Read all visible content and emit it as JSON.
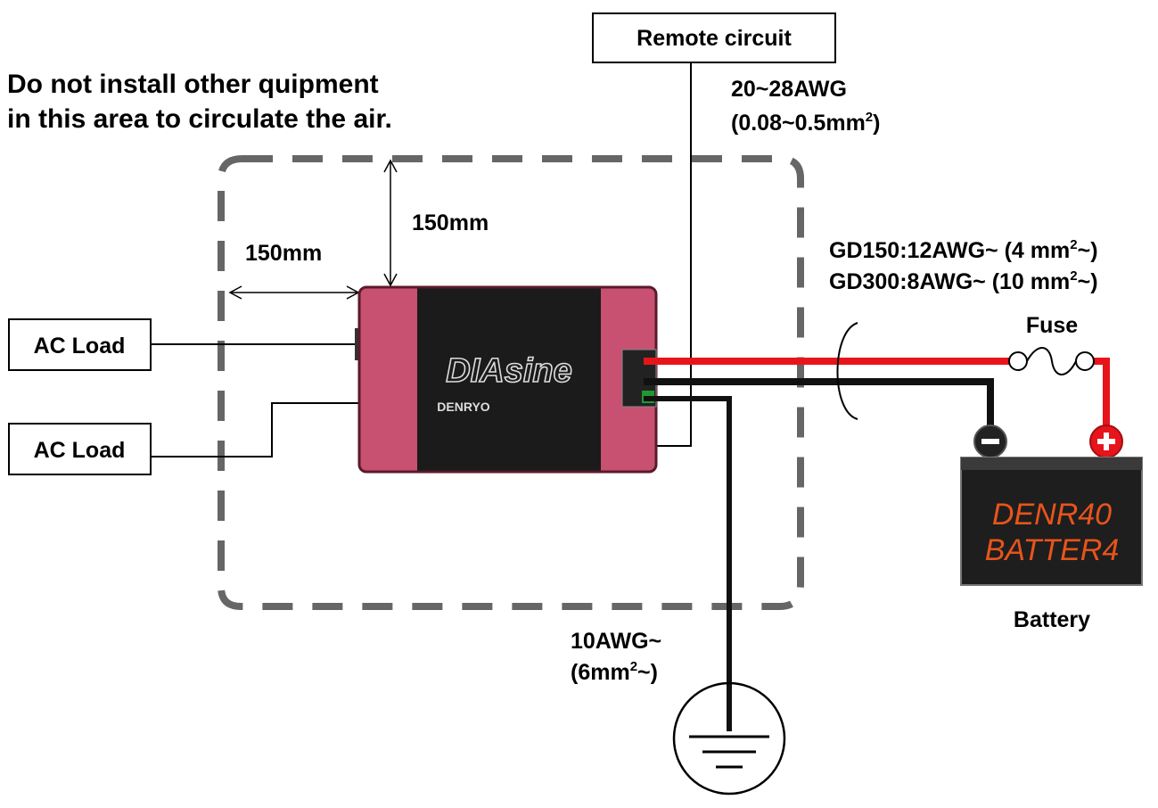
{
  "notice": {
    "line1": "Do not install other quipment",
    "line2": "in this area to circulate the air."
  },
  "clearance": {
    "top": "150mm",
    "left": "150mm"
  },
  "remote_circuit": {
    "label": "Remote circuit"
  },
  "remote_wire": {
    "line1": "20~28AWG",
    "line2": "(0.08~0.5mm",
    "sup": "2",
    "close": ")"
  },
  "ac_loads": [
    {
      "label": "AC Load"
    },
    {
      "label": "AC Load"
    }
  ],
  "battery_wire": {
    "gd150": {
      "prefix": "GD150:12AWG~ (4 mm",
      "sup": "2",
      "suffix": "~)"
    },
    "gd300": {
      "prefix": "GD300:8AWG~ (10 mm",
      "sup": "2",
      "suffix": "~)"
    }
  },
  "fuse": {
    "label": "Fuse"
  },
  "battery": {
    "brand_line1": "DENR40",
    "brand_line2": "BATTER4",
    "caption": "Battery"
  },
  "ground_wire": {
    "line1": "10AWG~",
    "line2": "(6mm",
    "sup": "2",
    "close": "~)"
  },
  "inverter": {
    "brand": "DIAsine",
    "maker": "DENRYO"
  },
  "colors": {
    "positive": "#e8141b",
    "negative": "#111111",
    "housing_end": "#c85070",
    "housing_body": "#1b1b1b",
    "dashed_zone": "#666666",
    "battery_brand": "#e8541b"
  }
}
